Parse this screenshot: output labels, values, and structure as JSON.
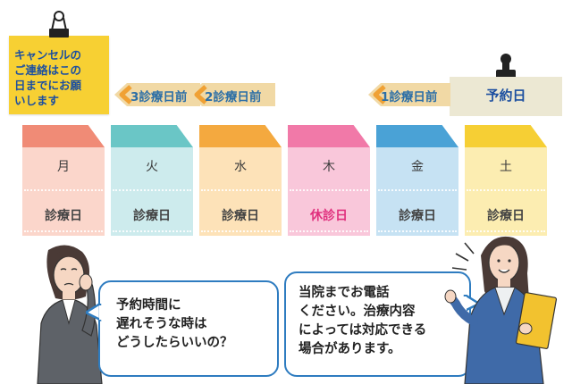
{
  "cancel_note": "キャンセルの\nご連絡はこの\n日までにお願\nいします",
  "reserve_note": "予約日",
  "arrows": [
    "3診療日前",
    "2診療日前",
    "1診療日前"
  ],
  "days": [
    {
      "day": "月",
      "status": "診療日",
      "tab": "#f08b76",
      "body": "#fbd6cb"
    },
    {
      "day": "火",
      "status": "診療日",
      "tab": "#6ac6c6",
      "body": "#cdebed"
    },
    {
      "day": "水",
      "status": "診療日",
      "tab": "#f4a93f",
      "body": "#fde2b8"
    },
    {
      "day": "木",
      "status": "休診日",
      "tab": "#f179a8",
      "body": "#f9c7da"
    },
    {
      "day": "金",
      "status": "診療日",
      "tab": "#4aa2d6",
      "body": "#c6e2f3"
    },
    {
      "day": "土",
      "status": "診療日",
      "tab": "#f6cf34",
      "body": "#fcedb1"
    }
  ],
  "question_bubble": "予約時間に\n遅れそうな時は\nどうしたらいいの？",
  "answer_bubble": "当院までお電話\nください。治療内容\nによっては対応できる\n場合があります。"
}
